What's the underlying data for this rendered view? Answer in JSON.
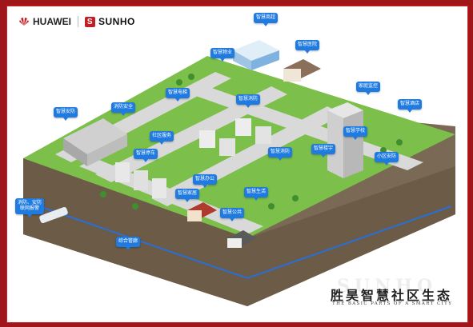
{
  "logos": {
    "huawei": "HUAWEI",
    "sunho": "SUNHO"
  },
  "watermark": "SUNHO",
  "title": {
    "chinese": "胜昊智慧社区生态",
    "english": "THE BASIC PARTS OF A SMART CITY"
  },
  "labels": [
    "智慧商超",
    "智慧医院",
    "智慧物业",
    "家庭监控",
    "智慧酒店",
    "智慧电梯",
    "智慧消防",
    "智慧安防",
    "消防安全",
    "社区服务",
    "智慧消防",
    "智慧楼宇",
    "小区安防",
    "智慧办公",
    "智慧公共",
    "智慧停车",
    "智慧家居",
    "智慧生活",
    "智慧学校",
    "综合管廊",
    "消防、安防联网报警"
  ],
  "colors": {
    "frame": "#a0171b",
    "tag": "#1f7be0",
    "grass": "#7cbf4a",
    "road": "#d9d9d9",
    "soil": "#7a6a55"
  }
}
